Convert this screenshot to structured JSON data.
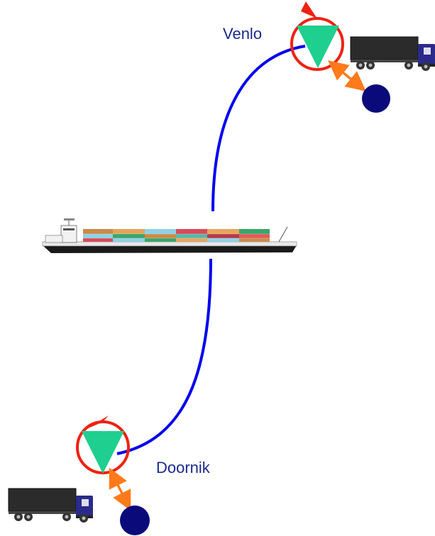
{
  "terminals": [
    {
      "id": "top",
      "name": "Venlo"
    },
    {
      "id": "bottom",
      "name": "Doornik"
    }
  ],
  "colors": {
    "route": "#0000ee",
    "terminal_triangle": "#1fcf8f",
    "rotation_ring": "#ee2211",
    "transfer_arrow": "#ff7a1a",
    "customer_node": "#0a0a7a",
    "label_text": "#1a2a8a",
    "truck_cargo": "#2b2b2b",
    "truck_cab": "#2a2a8a",
    "barge_hull": "#1a1a1a"
  },
  "icons": [
    "barge-icon",
    "truck-icon",
    "customer-node-icon",
    "rotation-arrow-icon",
    "terminal-triangle-icon"
  ]
}
